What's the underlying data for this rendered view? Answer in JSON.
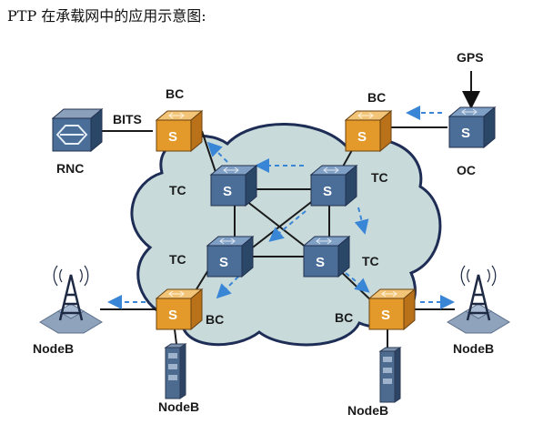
{
  "title": "PTP 在承载网中的应用示意图:",
  "colors": {
    "cloud_fill": "#c8dada",
    "cloud_stroke": "#1e2d55",
    "switch_blue": "#3c5f86",
    "switch_orange": "#e39a2a",
    "link": "#1a1a1a",
    "arrow": "#3a86d6"
  },
  "labels": {
    "gps": "GPS",
    "bc_top_left": "BC",
    "bc_top_right": "BC",
    "bits": "BITS",
    "rnc": "RNC",
    "oc": "OC",
    "tc_top_left": "TC",
    "tc_top_right": "TC",
    "tc_bottom_left": "TC",
    "tc_bottom_right": "TC",
    "bc_bottom_left": "BC",
    "bc_bottom_right": "BC",
    "nodeb_left_tower": "NodeB",
    "nodeb_left_rack": "NodeB",
    "nodeb_right_rack": "NodeB",
    "nodeb_right_tower": "NodeB",
    "switch_glyph": "S"
  },
  "icons": {
    "switch": "switch-icon",
    "router": "rnc-router-icon",
    "tower": "antenna-tower-icon",
    "rack": "server-rack-icon",
    "gps_arrow": "arrow-down-icon"
  }
}
